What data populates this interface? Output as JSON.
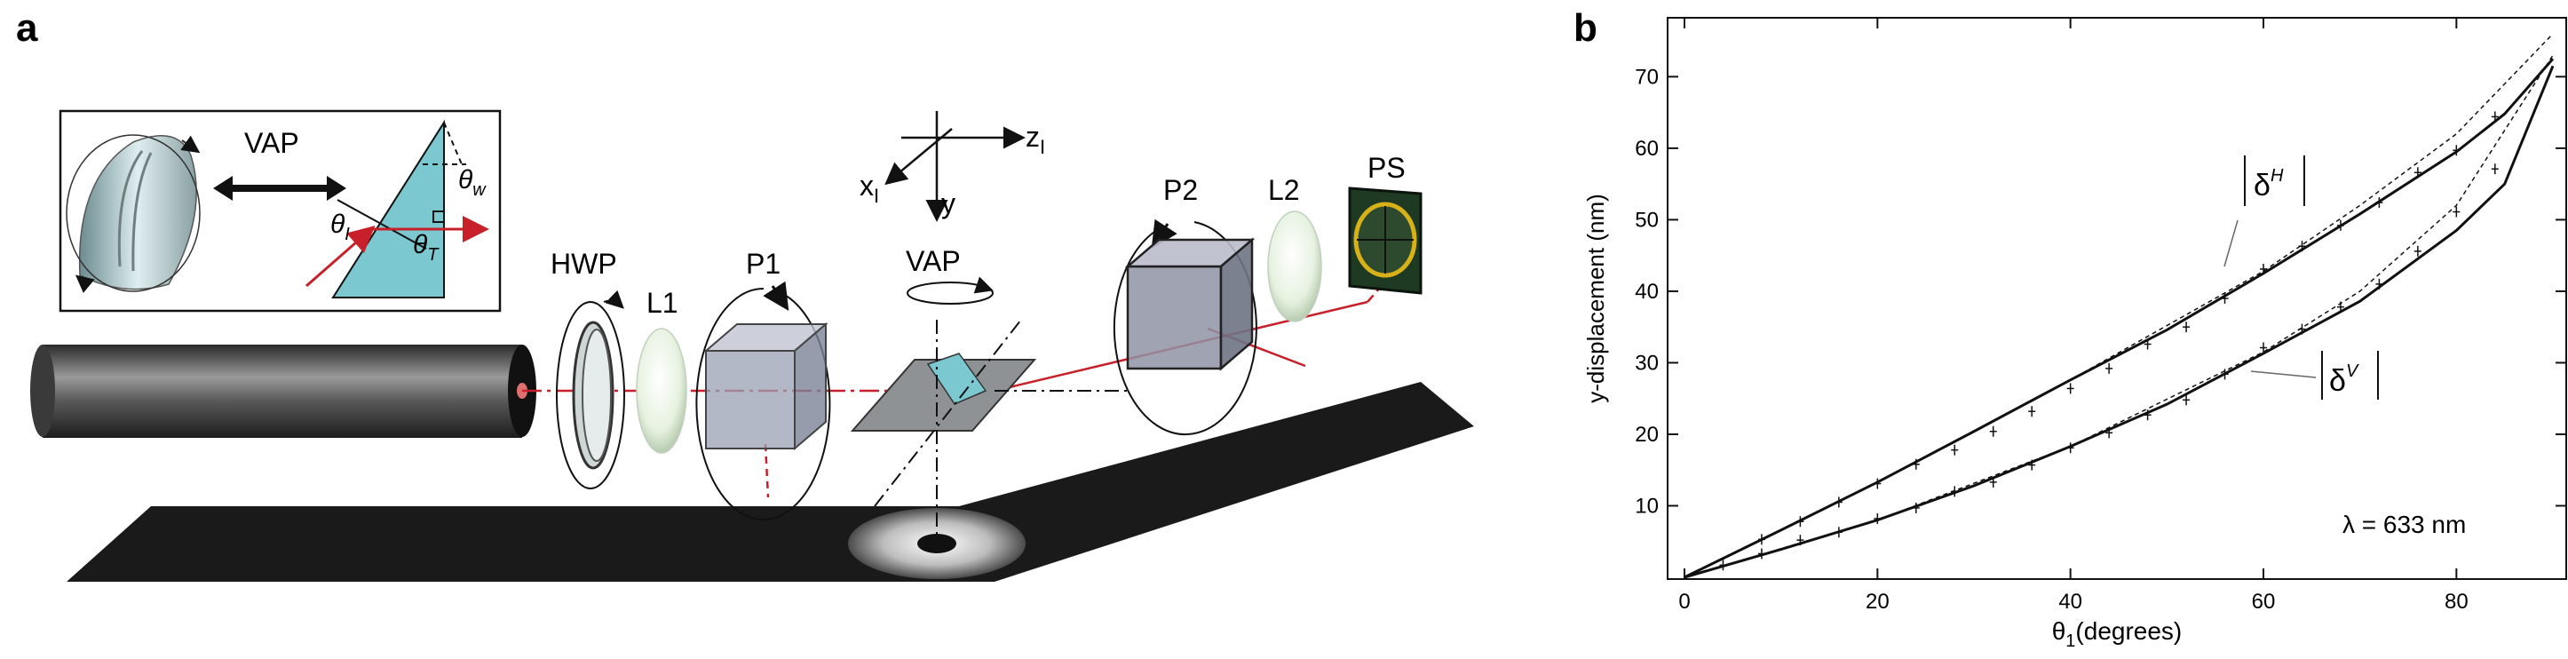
{
  "panel_a": {
    "label": "a",
    "inset": {
      "title": "VAP",
      "theta_i": "θ",
      "theta_i_sub": "I",
      "theta_t": "θ",
      "theta_t_sub": "T",
      "theta_w": "θ",
      "theta_w_sub": "w"
    },
    "components": {
      "hwp": "HWP",
      "l1": "L1",
      "p1": "P1",
      "vap": "VAP",
      "p2": "P2",
      "l2": "L2",
      "ps": "PS"
    },
    "axes": {
      "x": "x",
      "x_sub": "I",
      "y": "y",
      "z": "z",
      "z_sub": "I"
    },
    "colors": {
      "beam": "#c8202a",
      "prism": "#7cc8d0",
      "table": "#1a1a1a",
      "laser_body": "#4a4a4a"
    }
  },
  "panel_b": {
    "label": "b",
    "ylabel": "y-displacement (nm)",
    "xlabel_symbol": "θ",
    "xlabel_sub": "1",
    "xlabel_rest": "(degrees)",
    "annotation": "λ = 633 nm",
    "curve_h_label": "δ",
    "curve_h_sup": "H",
    "curve_v_label": "δ",
    "curve_v_sup": "V"
  },
  "chart_data": {
    "type": "line",
    "xlim": [
      0,
      90
    ],
    "ylim": [
      0,
      77
    ],
    "xticks": [
      0,
      20,
      40,
      60,
      80
    ],
    "yticks": [
      10,
      20,
      30,
      40,
      50,
      60,
      70
    ],
    "series": [
      {
        "name": "|δH|",
        "style": "solid",
        "x": [
          0,
          10,
          20,
          30,
          40,
          50,
          60,
          70,
          80,
          85,
          90
        ],
        "values": [
          0,
          6.6,
          13.3,
          20.4,
          27.6,
          34.6,
          42.5,
          50.8,
          59.5,
          64.8,
          72.5
        ]
      },
      {
        "name": "|δV|",
        "style": "solid",
        "x": [
          0,
          10,
          20,
          30,
          40,
          50,
          60,
          70,
          80,
          85,
          90
        ],
        "values": [
          0,
          3.9,
          8.0,
          12.8,
          18.3,
          24.2,
          31.3,
          38.6,
          48.5,
          55.0,
          71.5
        ]
      },
      {
        "name": "H-dashed",
        "style": "dashed",
        "x": [
          0,
          20,
          40,
          60,
          70,
          80,
          90
        ],
        "values": [
          0,
          13.3,
          27.6,
          42.8,
          52.0,
          62.0,
          76.0
        ]
      },
      {
        "name": "V-dashed",
        "style": "dashed",
        "x": [
          0,
          20,
          40,
          60,
          70,
          80,
          90
        ],
        "values": [
          0,
          8.0,
          18.3,
          31.5,
          40.0,
          52.0,
          73.0
        ]
      }
    ],
    "markers": [
      {
        "series": "|δH|",
        "x": [
          8,
          12,
          16,
          20,
          24,
          28,
          32,
          36,
          40,
          44,
          48,
          52,
          56,
          60,
          64,
          68,
          72,
          76,
          80,
          84
        ],
        "values": [
          5.3,
          7.8,
          10.5,
          13.1,
          15.8,
          17.8,
          20.4,
          23.2,
          26.4,
          29.2,
          32.6,
          35.0,
          39.0,
          43.1,
          46.3,
          49.2,
          52.4,
          56.6,
          59.7,
          64.4
        ]
      },
      {
        "series": "|δV|",
        "x": [
          4,
          8,
          12,
          16,
          20,
          24,
          28,
          32,
          36,
          40,
          44,
          48,
          52,
          56,
          60,
          64,
          68,
          72,
          76,
          80,
          84
        ],
        "values": [
          1.7,
          3.3,
          5.2,
          6.3,
          8.2,
          9.7,
          12.0,
          13.3,
          15.7,
          18.1,
          20.2,
          22.7,
          24.8,
          28.4,
          32.1,
          34.7,
          37.8,
          41.0,
          45.6,
          51.1,
          57.1
        ]
      }
    ]
  }
}
